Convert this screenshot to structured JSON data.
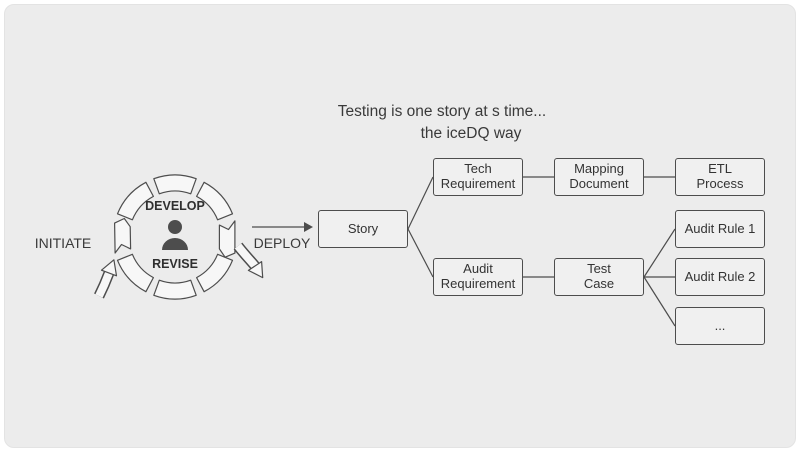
{
  "title": {
    "line1": "Testing is one story at s time...",
    "line2": "the iceDQ way"
  },
  "cycle": {
    "develop_label": "DEVELOP",
    "revise_label": "REVISE",
    "initiate_label": "INITIATE",
    "deploy_label": "DEPLOY"
  },
  "boxes": {
    "story": "Story",
    "tech_requirement": "Tech\nRequirement",
    "mapping_document": "Mapping\nDocument",
    "etl_process": "ETL\nProcess",
    "audit_requirement": "Audit\nRequirement",
    "test_case": "Test\nCase",
    "audit_rule_1": "Audit Rule 1",
    "audit_rule_2": "Audit Rule 2",
    "more": "..."
  },
  "colors": {
    "background": "#ececec",
    "box_fill": "#f0f0f0",
    "box_border": "#4d4d4d",
    "line": "#4d4d4d",
    "text": "#333333"
  }
}
